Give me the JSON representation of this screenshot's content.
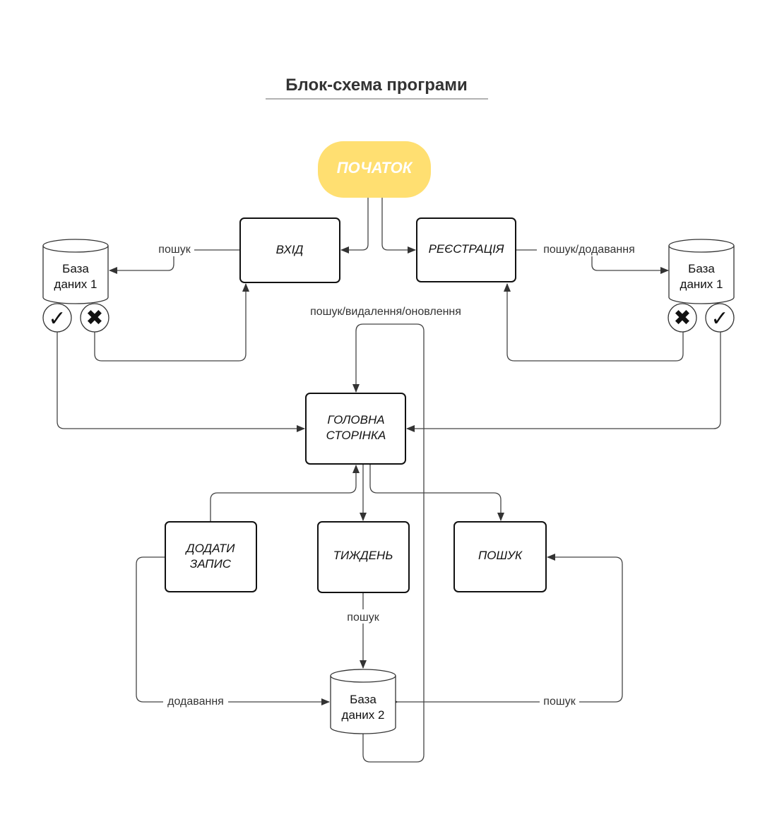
{
  "title": "Блок-схема програми",
  "colors": {
    "start_fill": "#FFDF71",
    "start_text": "#FFFFFF",
    "stroke": "#111111",
    "edge": "#444444"
  },
  "nodes": {
    "start": "ПОЧАТОК",
    "login": "ВХІД",
    "registration": "РЕЄСТРАЦІЯ",
    "home": [
      "ГОЛОВНА",
      "СТОРІНКА"
    ],
    "add_record": [
      "ДОДАТИ",
      "ЗАПИС"
    ],
    "week": "ТИЖДЕНЬ",
    "search": "ПОШУК"
  },
  "databases": {
    "db1_left": [
      "База",
      "даних 1"
    ],
    "db1_right": [
      "База",
      "даних 1"
    ],
    "db2": [
      "База",
      "даних 2"
    ]
  },
  "badges": {
    "success_icon": "check-icon",
    "failure_icon": "cross-icon",
    "check_glyph": "✓",
    "cross_glyph": "✖"
  },
  "edge_labels": {
    "login_search": "пошук",
    "registration_search_add": "пошук/додавання",
    "home_search_delete_update": "пошук/видалення/оновлення",
    "week_search": "пошук",
    "add_record_adding": "додавання",
    "search_search": "пошук"
  }
}
